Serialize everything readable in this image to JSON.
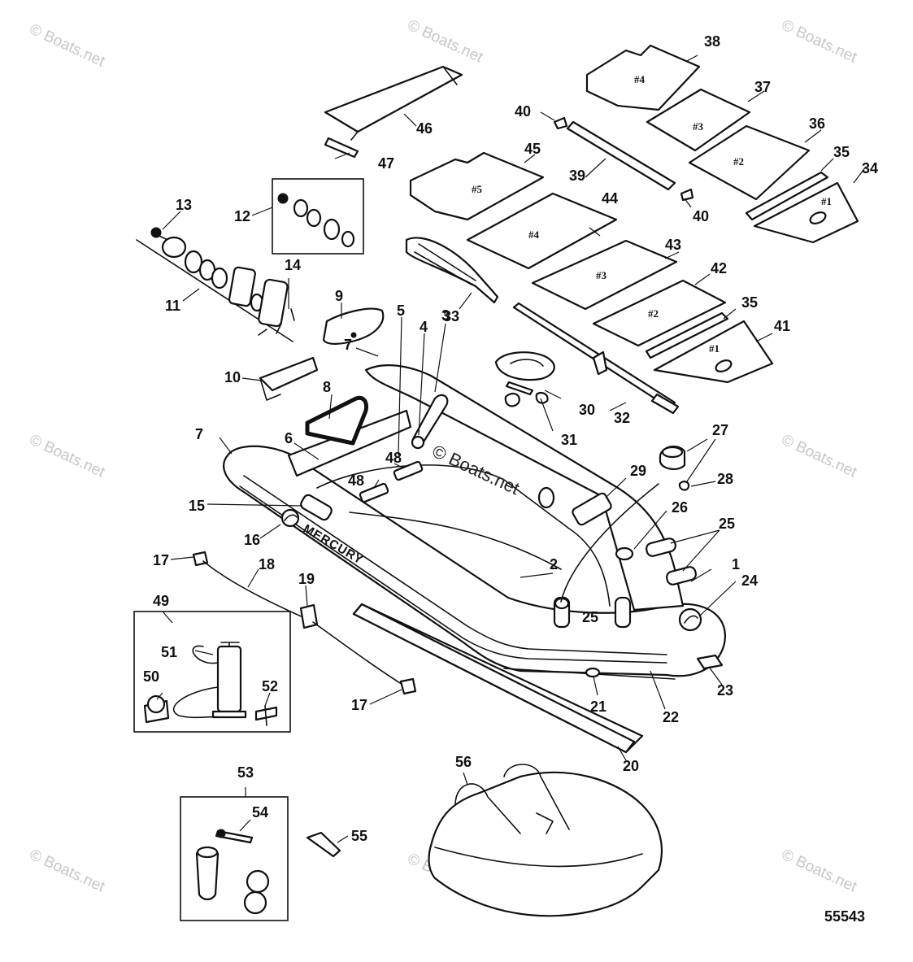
{
  "watermarks": [
    "© Boats.net",
    "© Boats.net",
    "© Boats.net",
    "© Boats.net",
    "© Boats.net",
    "© Boats.net",
    "© Boats.net",
    "© Boats.net"
  ],
  "center_watermark": "© Boats.net",
  "brand_text": "MERCURY",
  "document_number": "55543",
  "seat_labels": {
    "s38": "#4",
    "s37": "#3",
    "s36": "#2",
    "s34": "#1",
    "s45": "#5",
    "s44": "#4",
    "s43": "#3",
    "s42": "#2",
    "s41": "#1"
  },
  "callouts": {
    "c1": "1",
    "c2": "2",
    "c3": "3",
    "c4": "4",
    "c5": "5",
    "c6": "6",
    "c7a": "7",
    "c7b": "7",
    "c8": "8",
    "c9": "9",
    "c10": "10",
    "c11": "11",
    "c12": "12",
    "c13": "13",
    "c14": "14",
    "c15": "15",
    "c16": "16",
    "c17a": "17",
    "c17b": "17",
    "c18": "18",
    "c19": "19",
    "c20": "20",
    "c21": "21",
    "c22": "22",
    "c23": "23",
    "c24": "24",
    "c25a": "25",
    "c25b": "25",
    "c26": "26",
    "c27": "27",
    "c28": "28",
    "c29": "29",
    "c30": "30",
    "c31": "31",
    "c32": "32",
    "c33": "33",
    "c34": "34",
    "c35a": "35",
    "c35b": "35",
    "c36": "36",
    "c37": "37",
    "c38": "38",
    "c39": "39",
    "c40a": "40",
    "c40b": "40",
    "c41": "41",
    "c42": "42",
    "c43": "43",
    "c44": "44",
    "c45": "45",
    "c46": "46",
    "c47": "47",
    "c48a": "48",
    "c48b": "48",
    "c49": "49",
    "c50": "50",
    "c51": "51",
    "c52": "52",
    "c53": "53",
    "c54": "54",
    "c55": "55",
    "c56": "56"
  }
}
